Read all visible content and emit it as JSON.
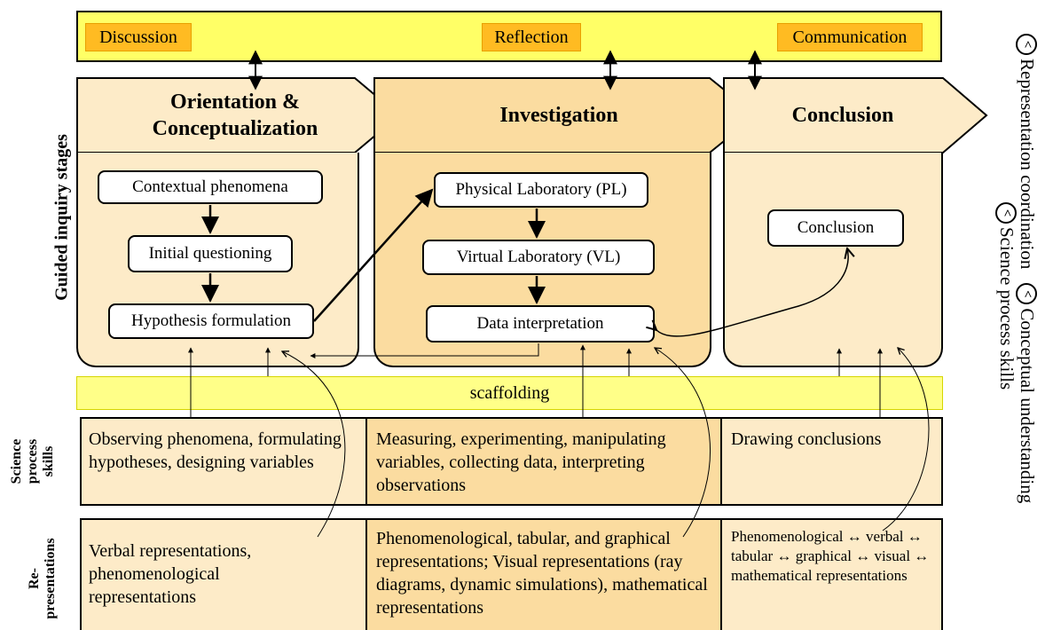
{
  "top_bar": {
    "discussion": "Discussion",
    "reflection": "Reflection",
    "communication": "Communication"
  },
  "stages": {
    "orientation_line1": "Orientation &",
    "orientation_line2": "Conceptualization",
    "investigation": "Investigation",
    "conclusion": "Conclusion"
  },
  "boxes": {
    "contextual": "Contextual phenomena",
    "initial_questioning": "Initial questioning",
    "hypothesis": "Hypothesis formulation",
    "physical_lab": "Physical Laboratory (PL)",
    "virtual_lab": "Virtual Laboratory (VL)",
    "data_interpretation": "Data interpretation",
    "conclusion": "Conclusion"
  },
  "scaffolding": "scaffolding",
  "row_labels": {
    "stages": "Guided inquiry stages",
    "sps_line1": "Science",
    "sps_line2": "process",
    "sps_line3": "skills",
    "rep_line1": "Re-",
    "rep_line2": "presentations"
  },
  "science_process": {
    "col1": "Observing phenomena, formulating hypotheses, designing variables",
    "col2": "Measuring, experimenting, manipulating variables, collecting data, interpreting observations",
    "col3": "Drawing conclusions"
  },
  "representations": {
    "col1": "Verbal representations, phenomenological representations",
    "col2": "Phenomenological, tabular, and graphical representations; Visual representations (ray diagrams, dynamic simulations), mathematical representations",
    "col3": "Phenomenological ↔ verbal ↔ tabular  ↔ graphical ↔ visual ↔ mathematical representations"
  },
  "legend": {
    "representation_coordination": "Representation coordination",
    "conceptual_understanding": "Conceptual understanding",
    "science_process_skills": "Science process skills"
  },
  "colors": {
    "top_bar": "#ffff66",
    "tag": "#ffbb22",
    "panel_light": "#fdebc8",
    "panel_dark": "#fbdca0",
    "scaffolding": "#ffff88"
  },
  "icons": {
    "legend_marker": "chevron-circle-icon"
  }
}
